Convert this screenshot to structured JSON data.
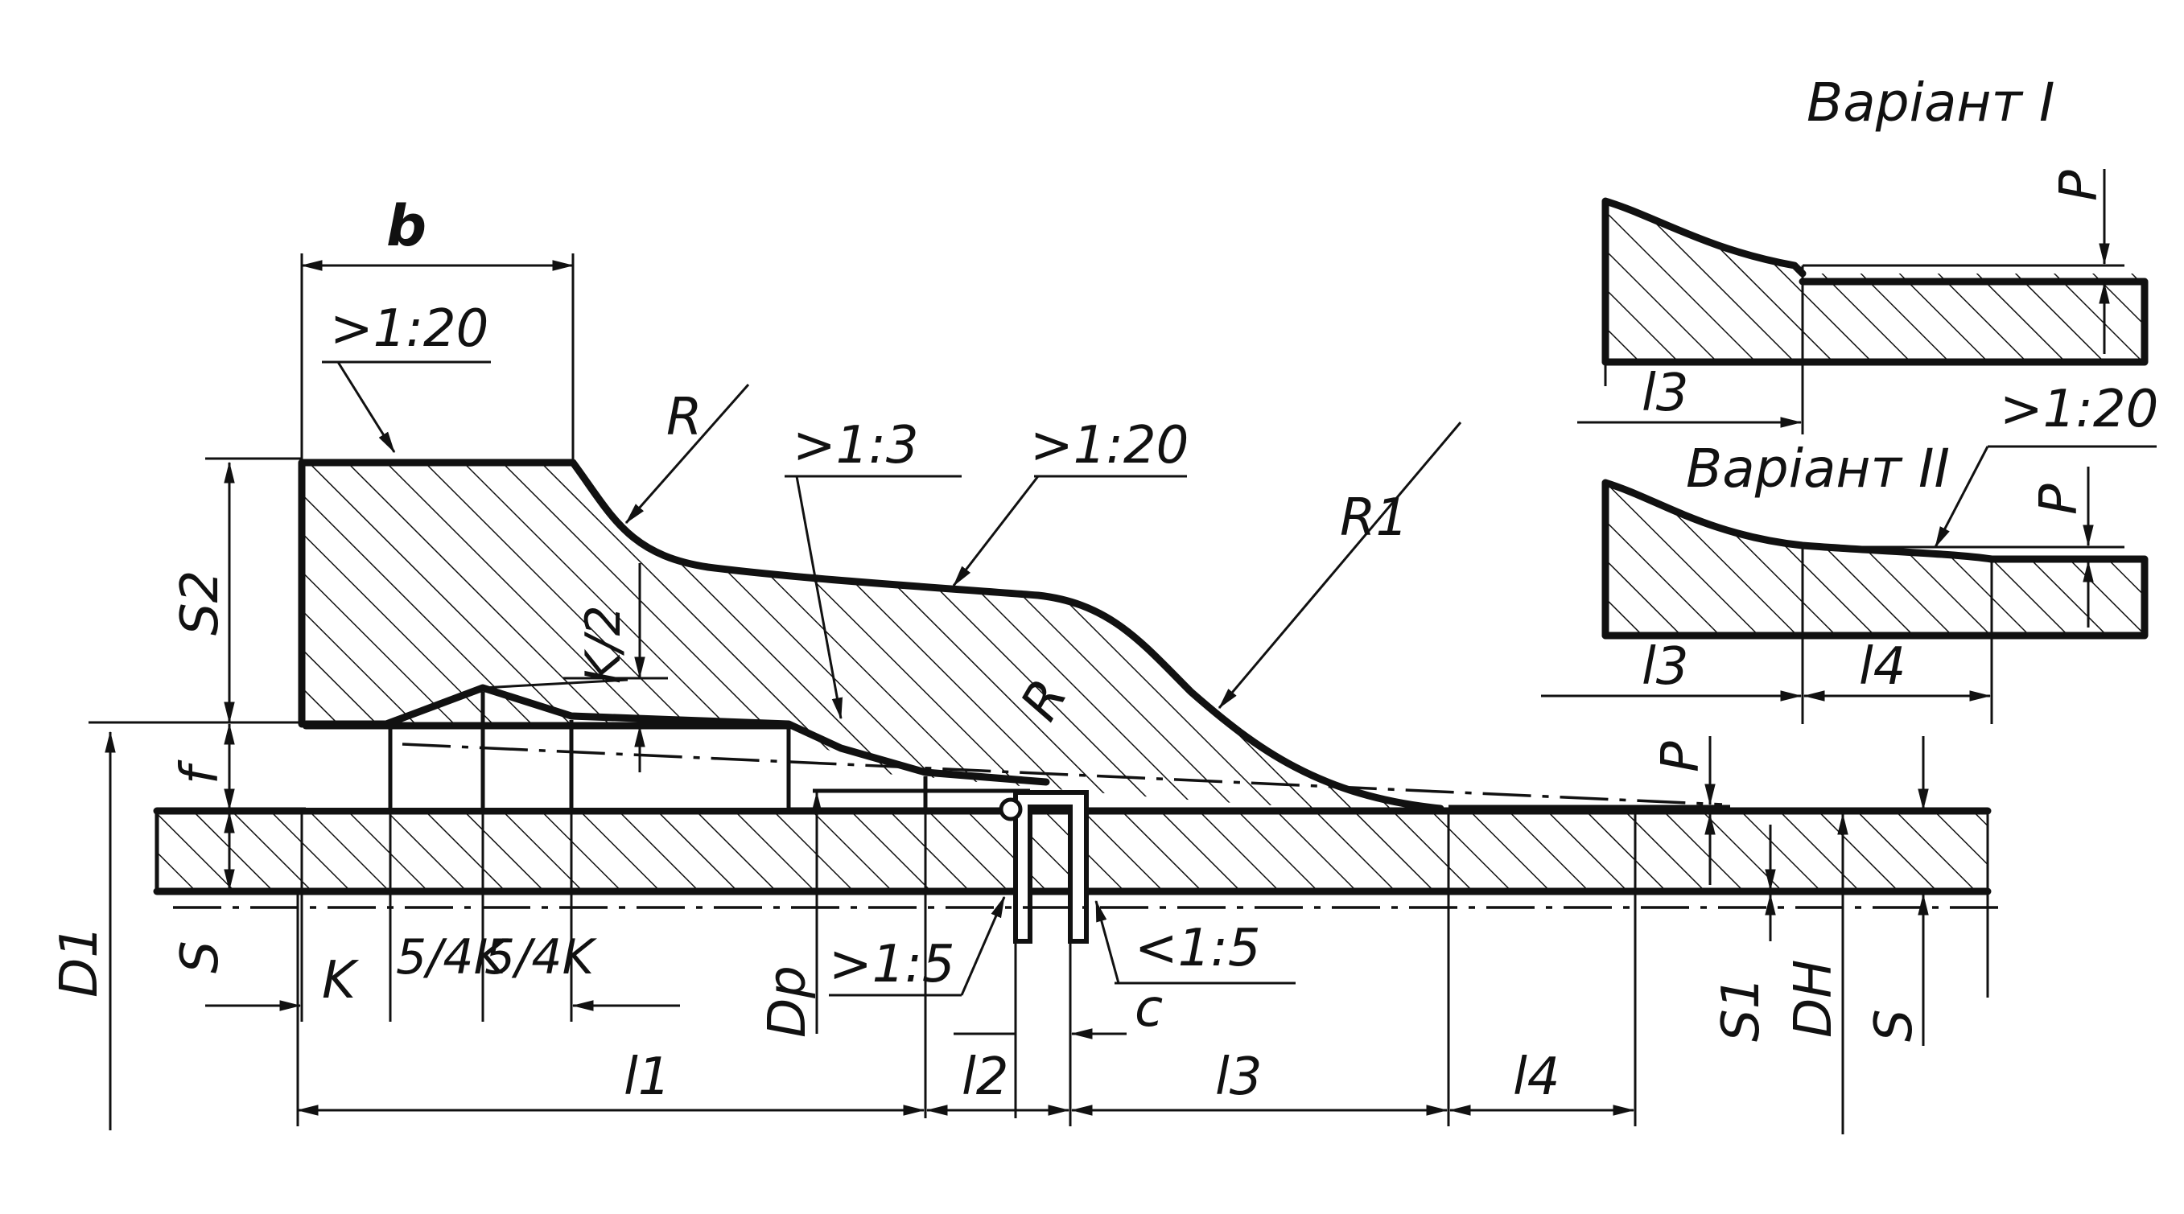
{
  "main_labels": {
    "b": "b",
    "taper_top": ">1:20",
    "R": "R",
    "taper_1_3": ">1:3",
    "taper_hub": ">1:20",
    "R1": "R1",
    "S2": "S2",
    "K_half": "K/2",
    "f": "f",
    "R_inner": "R",
    "P": "P",
    "D1": "D1",
    "S_left": "S",
    "K": "K",
    "five_four_k_a": "5/4K",
    "five_four_k_b": "5/4K",
    "Dp": "Dp",
    "taper_gt_1_5": ">1:5",
    "taper_lt_1_5": "<1:5",
    "c": "c",
    "l1": "l1",
    "l2": "l2",
    "l3": "l3",
    "l4": "l4",
    "S1": "S1",
    "DH": "DH",
    "S_right": "S"
  },
  "variant_1": {
    "title": "Варіант I",
    "P": "P",
    "l3": "l3"
  },
  "variant_2": {
    "title": "Варіант II",
    "taper": ">1:20",
    "P": "P",
    "l3": "l3",
    "l4": "l4"
  }
}
